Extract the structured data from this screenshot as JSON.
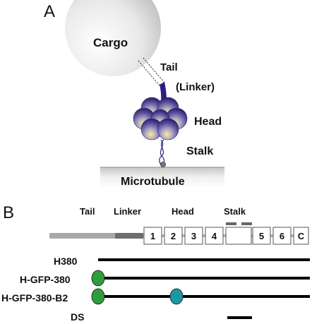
{
  "panel_a": {
    "letter": "A",
    "labels": {
      "cargo": "Cargo",
      "tail": "Tail",
      "linker": "(Linker)",
      "head": "Head",
      "stalk": "Stalk",
      "microtubule": "Microtubule"
    }
  },
  "panel_b": {
    "letter": "B",
    "domain_labels": {
      "tail": "Tail",
      "linker": "Linker",
      "head": "Head",
      "stalk": "Stalk"
    },
    "segments": [
      "1",
      "2",
      "3",
      "4",
      "5",
      "6",
      "C"
    ],
    "constructs": [
      {
        "name": "H380"
      },
      {
        "name": "H-GFP-380",
        "markers": [
          "GFP"
        ]
      },
      {
        "name": "H-GFP-380-B2",
        "markers": [
          "GFP",
          "BFP"
        ]
      },
      {
        "name": "DS"
      }
    ]
  },
  "colors": {
    "gfp": "#2e9e3a",
    "bfp": "#1a9aa0",
    "tail_bar": "#a8a8a8",
    "linker_bar": "#6e6e6e",
    "construct_line": "#000000"
  }
}
